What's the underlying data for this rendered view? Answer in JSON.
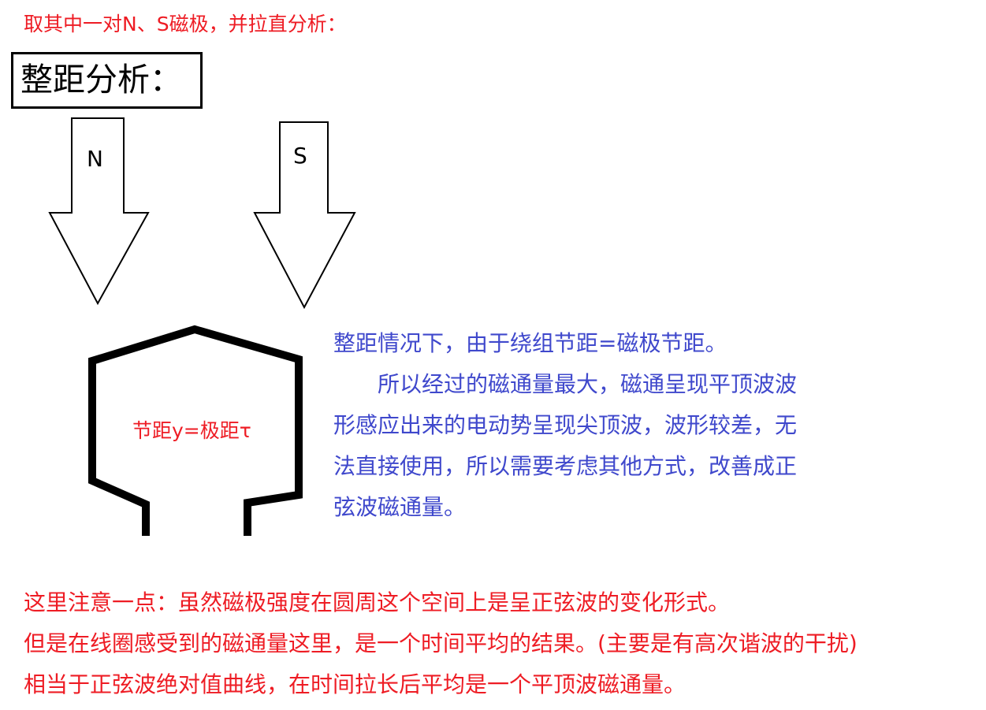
{
  "header": {
    "intro": "取其中一对N、S磁极，并拉直分析：",
    "title": "整距分析："
  },
  "poles": {
    "north_label": "N",
    "south_label": "S"
  },
  "coil": {
    "pitch_label": "节距y=极距τ"
  },
  "explanation": {
    "lines": [
      "整距情况下，由于绕组节距=磁极节距。",
      "　　所以经过的磁通量最大，磁通呈现平顶波波",
      "形感应出来的电动势呈现尖顶波，波形较差，无",
      "法直接使用，所以需要考虑其他方式，改善成正",
      "弦波磁通量。"
    ]
  },
  "notes": {
    "lines": [
      "这里注意一点：虽然磁极强度在圆周这个空间上是呈正弦波的变化形式。",
      "但是在线圈感受到的磁通量这里，是一个时间平均的结果。(主要是有高次谐波的干扰)",
      "相当于正弦波绝对值曲线，在时间拉长后平均是一个平顶波磁通量。"
    ]
  },
  "colors": {
    "red_text": "#ee1c24",
    "blue_text": "#3f48cc",
    "outline": "#000000"
  }
}
